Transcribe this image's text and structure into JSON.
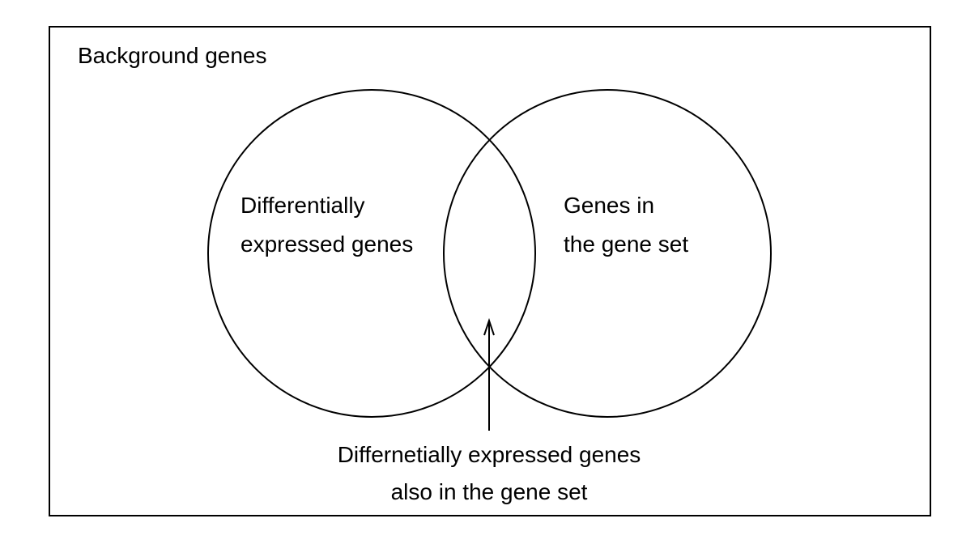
{
  "diagram": {
    "background_label": "Background genes",
    "left_set": {
      "line1": "Differentially",
      "line2": "expressed genes"
    },
    "right_set": {
      "line1": "Genes in",
      "line2": "the gene set"
    },
    "intersection_note": {
      "line1": "Differnetially expressed genes",
      "line2": "also in the gene set"
    }
  }
}
